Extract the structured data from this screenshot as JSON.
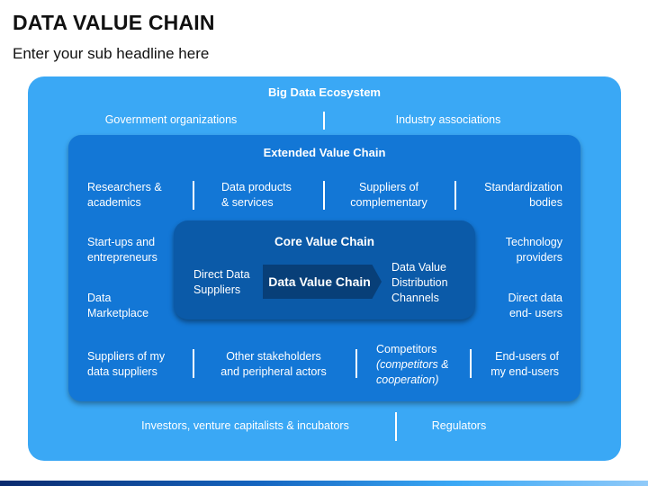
{
  "header": {
    "title": "DATA VALUE CHAIN",
    "subtitle": "Enter your sub headline here"
  },
  "ecosystem": {
    "title": "Big Data Ecosystem",
    "top_left": "Government organizations",
    "top_right": "Industry associations",
    "bottom_left": "Investors, venture capitalists & incubators",
    "bottom_right": "Regulators"
  },
  "extended": {
    "title": "Extended Value Chain",
    "top_row": [
      [
        "Researchers &",
        "academics"
      ],
      [
        "Data products",
        "& services"
      ],
      [
        "Suppliers of",
        "complementary"
      ],
      [
        "Standardization",
        "bodies"
      ]
    ],
    "left_col": [
      [
        "Start-ups and",
        "entrepreneurs"
      ],
      [
        "Data",
        "Marketplace"
      ]
    ],
    "right_col": [
      [
        "Technology",
        "providers"
      ],
      [
        "Direct data",
        "end- users"
      ]
    ],
    "bottom_row": [
      [
        "Suppliers of my",
        "data suppliers"
      ],
      [
        "Other stakeholders",
        "and peripheral actors"
      ],
      [
        "Competitors",
        "(competitors &",
        "cooperation)"
      ],
      [
        "End-users of",
        "my end-users"
      ]
    ]
  },
  "core": {
    "title": "Core Value Chain",
    "left": [
      "Direct Data",
      "Suppliers"
    ],
    "center": "Data Value Chain",
    "right": [
      "Data Value",
      "Distribution",
      "Channels"
    ]
  },
  "colors": {
    "outer": "#3aa8f5",
    "extended": "#1377d6",
    "core": "#0b5aa8",
    "arrow": "#083f78"
  }
}
